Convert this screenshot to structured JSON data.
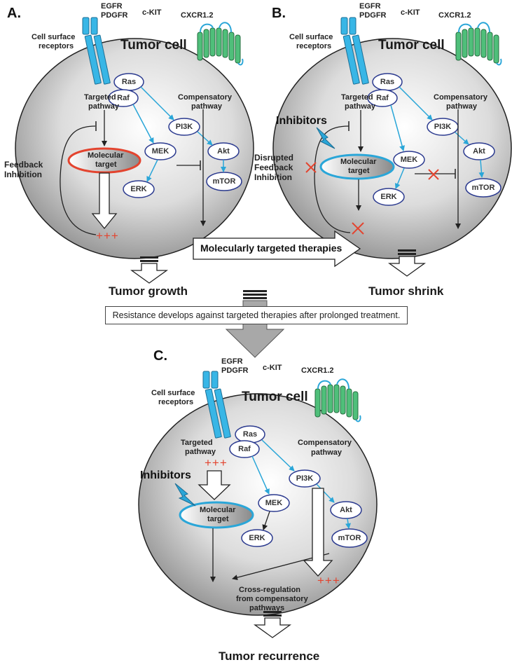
{
  "panels": {
    "a": {
      "letter": "A.",
      "receptor_egfr": "EGFR",
      "receptor_pdgfr": "PDGFR",
      "receptor_ckit": "c-KIT",
      "receptor_cxcr": "CXCR1.2",
      "cell_surface": "Cell surface",
      "receptors": "receptors",
      "cell_title": "Tumor cell",
      "ras": "Ras",
      "raf": "Raf",
      "mek": "MEK",
      "erk": "ERK",
      "pi3k": "PI3K",
      "akt": "Akt",
      "mtor": "mTOR",
      "targeted_1": "Targeted",
      "targeted_2": "pathway",
      "comp_1": "Compensatory",
      "comp_2": "pathway",
      "molecular": "Molecular",
      "target": "target",
      "feedback_1": "Feedback",
      "feedback_2": "Inhibition",
      "plus": "+++",
      "outcome": "Tumor growth"
    },
    "b": {
      "letter": "B.",
      "receptor_egfr": "EGFR",
      "receptor_pdgfr": "PDGFR",
      "receptor_ckit": "c-KIT",
      "receptor_cxcr": "CXCR1.2",
      "cell_surface": "Cell surface",
      "receptors": "receptors",
      "cell_title": "Tumor cell",
      "ras": "Ras",
      "raf": "Raf",
      "mek": "MEK",
      "erk": "ERK",
      "pi3k": "PI3K",
      "akt": "Akt",
      "mtor": "mTOR",
      "targeted_1": "Targeted",
      "targeted_2": "pathway",
      "comp_1": "Compensatory",
      "comp_2": "pathway",
      "molecular": "Molecular",
      "target": "target",
      "inhibitors": "Inhibitors",
      "disrupted_1": "Disrupted",
      "disrupted_2": "Feedback",
      "disrupted_3": "Inhibition",
      "outcome": "Tumor shrink"
    },
    "c": {
      "letter": "C.",
      "receptor_egfr": "EGFR",
      "receptor_pdgfr": "PDGFR",
      "receptor_ckit": "c-KIT",
      "receptor_cxcr": "CXCR1.2",
      "cell_surface": "Cell surface",
      "receptors": "receptors",
      "cell_title": "Tumor cell",
      "ras": "Ras",
      "raf": "Raf",
      "mek": "MEK",
      "erk": "ERK",
      "pi3k": "PI3K",
      "akt": "Akt",
      "mtor": "mTOR",
      "targeted_1": "Targeted",
      "targeted_2": "pathway",
      "comp_1": "Compensatory",
      "comp_2": "pathway",
      "molecular": "Molecular",
      "target": "target",
      "inhibitors": "Inhibitors",
      "plus_targeted": "+++",
      "plus_comp": "+++",
      "cross_1": "Cross-regulation",
      "cross_2": "from compensatory",
      "cross_3": "pathways",
      "outcome": "Tumor recurrence"
    }
  },
  "therapy_arrow": "Molecularly targeted therapies",
  "resistance_banner": "Resistance develops against targeted therapies after prolonged treatment.",
  "colors": {
    "cell_fill": "#9d9d9d",
    "receptor": "#38b6e6",
    "gpcr": "#4fbf7a",
    "pathway_arrow": "#2aa6d8",
    "node_border": "#2b3a8f",
    "inhibit_mark": "#e3442f",
    "target_ring_active": "#e3442f",
    "target_ring_inhibited": "#2aa6d8"
  },
  "icons": [
    "lightning-bolt-icon",
    "red-x-icon"
  ]
}
